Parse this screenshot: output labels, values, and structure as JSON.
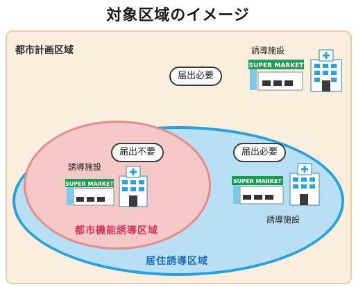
{
  "title": "対象区域のイメージ",
  "city_area": "都市計画区域",
  "notification_required": "届出必要",
  "notification_not_required": "届出不要",
  "inducement_facility": "誘導施設",
  "urban_function_zone": "都市機能誘導区域",
  "residential_zone": "居住誘導区域",
  "supermarket_sign": "SUPER MARKET",
  "colors": {
    "city_bg": "#fbeedd",
    "residential_fill": "#b9dff5",
    "residential_border": "#2ba0dc",
    "urban_fill": "#f6c9c8",
    "urban_border": "#e58d8c",
    "urban_label": "#d9345b",
    "residential_label": "#1f6fb7"
  }
}
